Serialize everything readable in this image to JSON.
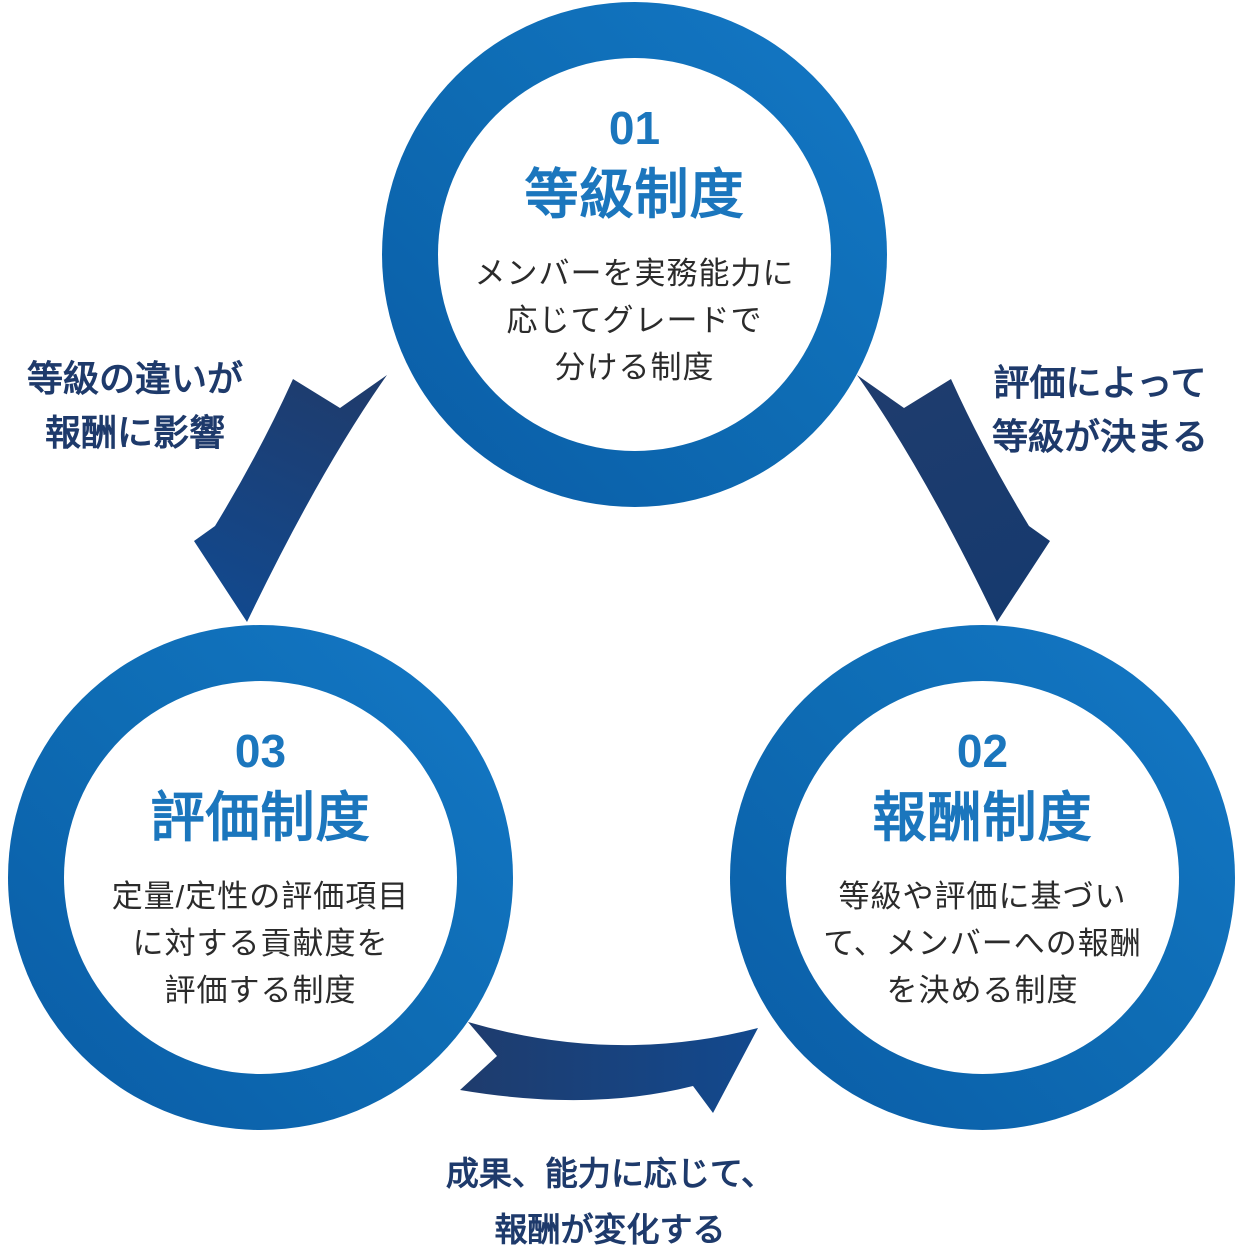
{
  "diagram": {
    "background": "#ffffff",
    "colors": {
      "ring_gradient_light": "#1478c6",
      "ring_gradient_dark": "#0a5ca6",
      "accent_blue": "#1b76bd",
      "description_text": "#2b2b2b",
      "navy_label": "#1e3a6b",
      "arrow_navy": "#1e3c6e",
      "arrow_royal": "#12498e"
    },
    "circles": [
      {
        "number": "01",
        "title": "等級制度",
        "description": [
          "メンバーを実務能力に",
          "応じてグレードで",
          "分ける制度"
        ]
      },
      {
        "number": "02",
        "title": "報酬制度",
        "description": [
          "等級や評価に基づい",
          "て、メンバーへの報酬",
          "を決める制度"
        ]
      },
      {
        "number": "03",
        "title": "評価制度",
        "description": [
          "定量/定性の評価項目",
          "に対する貢献度を",
          "評価する制度"
        ]
      }
    ],
    "labels": [
      {
        "position": "left",
        "lines": [
          "等級の違いが",
          "報酬に影響"
        ]
      },
      {
        "position": "right",
        "lines": [
          "評価によって",
          "等級が決まる"
        ]
      },
      {
        "position": "bottom",
        "lines": [
          "成果、能力に応じて、",
          "報酬が変化する"
        ]
      }
    ],
    "arrow_names": [
      "arrow-grade-to-evaluation",
      "arrow-grade-to-compensation",
      "arrow-evaluation-to-compensation"
    ]
  }
}
